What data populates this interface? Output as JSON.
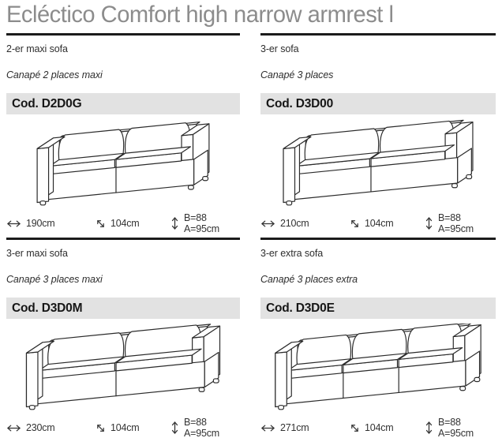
{
  "title": "Ecléctico Comfort high narrow armrest l",
  "colors": {
    "title": "#8c8c8c",
    "rule": "#1b1b1b",
    "text": "#2f2f2f",
    "code_bar_bg": "#e2e2e2",
    "line_art": "#2b2b2b"
  },
  "icons": {
    "width": "horizontal-double-arrow",
    "depth": "diagonal-double-arrow",
    "height": "vertical-double-arrow"
  },
  "products": [
    {
      "name": "2-er maxi sofa",
      "name_fr": "Canapé 2 places maxi",
      "code": "Cod. D2D0G",
      "width": "190cm",
      "depth": "104cm",
      "height": "B=88 A=95cm",
      "illustration": {
        "seats": 2,
        "length": 232
      }
    },
    {
      "name": "3-er sofa",
      "name_fr": "Canapé 3 places",
      "code": "Cod. D3D00",
      "width": "210cm",
      "depth": "104cm",
      "height": "B=88 A=95cm",
      "illustration": {
        "seats": 2,
        "length": 258
      }
    },
    {
      "name": "3-er maxi sofa",
      "name_fr": "Canapé 3 places maxi",
      "code": "Cod. D3D0M",
      "width": "230cm",
      "depth": "104cm",
      "height": "B=88 A=95cm",
      "illustration": {
        "seats": 2,
        "length": 264
      }
    },
    {
      "name": "3-er extra sofa",
      "name_fr": "Canapé 3 places extra",
      "code": "Cod. D3D0E",
      "width": "271cm",
      "depth": "104cm",
      "height": "B=88 A=95cm",
      "illustration": {
        "seats": 3,
        "length": 282
      }
    }
  ]
}
